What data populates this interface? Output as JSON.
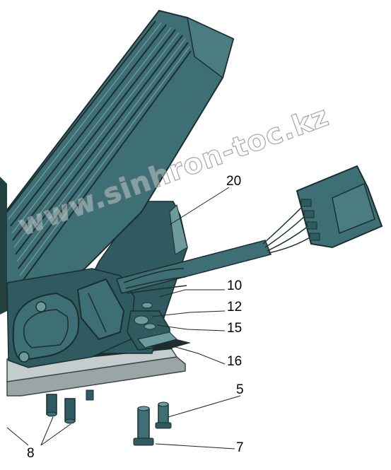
{
  "callouts": {
    "c20": "20",
    "c10": "10",
    "c12": "12",
    "c15": "15",
    "c16": "16",
    "c5": "5",
    "c7": "7",
    "c8": "8"
  },
  "watermark": "www.sinhron-toc.kz",
  "colors": {
    "teal_dark": "#2f5a5f",
    "teal_mid": "#3e6f74",
    "teal_light": "#6d9a9d",
    "plate": "#b9c2c2",
    "leader": "#222222"
  }
}
